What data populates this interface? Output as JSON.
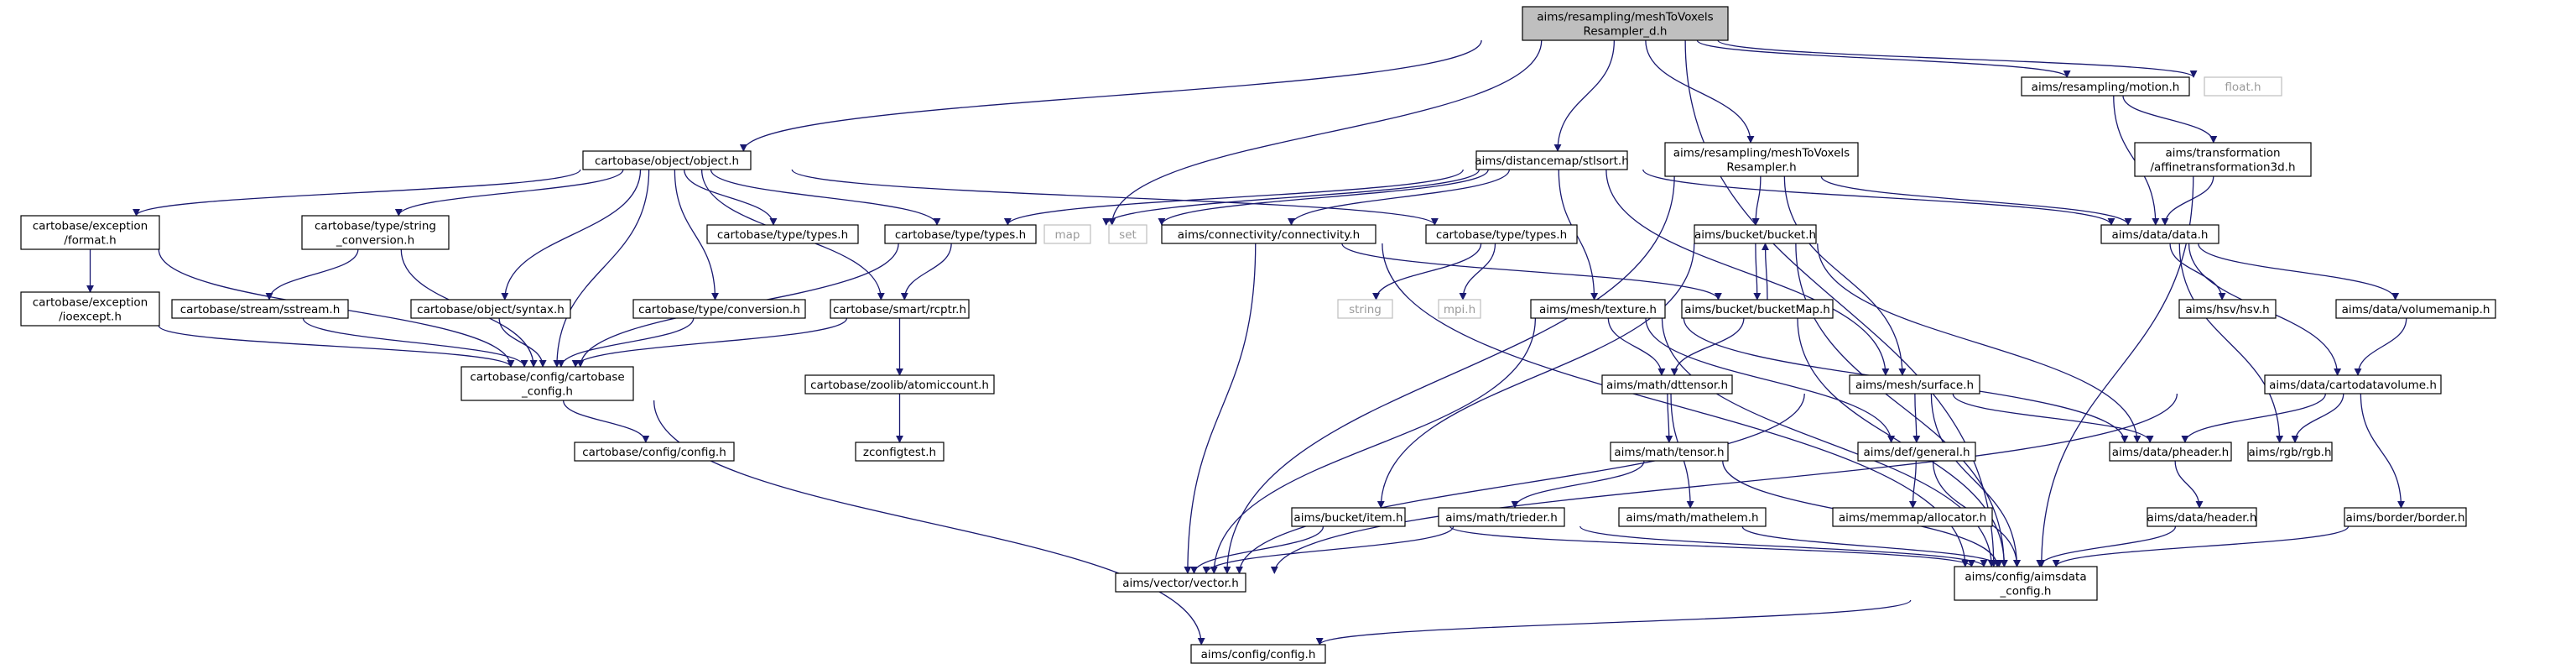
{
  "graph": {
    "nodes": [
      {
        "id": "root",
        "lines": [
          "aims/resampling/meshToVoxels",
          "Resampler_d.h"
        ],
        "kind": "root"
      },
      {
        "id": "float",
        "lines": [
          "float.h"
        ],
        "kind": "ext"
      },
      {
        "id": "motion",
        "lines": [
          "aims/resampling/motion.h"
        ],
        "kind": "doc"
      },
      {
        "id": "objecth",
        "lines": [
          "cartobase/object/object.h"
        ],
        "kind": "doc"
      },
      {
        "id": "stlsort",
        "lines": [
          "aims/distancemap/stlsort.h"
        ],
        "kind": "doc"
      },
      {
        "id": "m2vr",
        "lines": [
          "aims/resampling/meshToVoxels",
          "Resampler.h"
        ],
        "kind": "doc"
      },
      {
        "id": "affine",
        "lines": [
          "aims/transformation",
          "/affinetransformation3d.h"
        ],
        "kind": "doc"
      },
      {
        "id": "format",
        "lines": [
          "cartobase/exception",
          "/format.h"
        ],
        "kind": "doc"
      },
      {
        "id": "strconv",
        "lines": [
          "cartobase/type/string",
          "_conversion.h"
        ],
        "kind": "doc"
      },
      {
        "id": "ctypes1",
        "lines": [
          "cartobase/type/types.h"
        ],
        "kind": "doc"
      },
      {
        "id": "ctypes2",
        "lines": [
          "cartobase/type/types.h"
        ],
        "kind": "doc"
      },
      {
        "id": "map",
        "lines": [
          "map"
        ],
        "kind": "ext"
      },
      {
        "id": "set",
        "lines": [
          "set"
        ],
        "kind": "ext"
      },
      {
        "id": "connect",
        "lines": [
          "aims/connectivity/connectivity.h"
        ],
        "kind": "doc"
      },
      {
        "id": "ctypes3",
        "lines": [
          "cartobase/type/types.h"
        ],
        "kind": "doc"
      },
      {
        "id": "bucket",
        "lines": [
          "aims/bucket/bucket.h"
        ],
        "kind": "doc"
      },
      {
        "id": "datah",
        "lines": [
          "aims/data/data.h"
        ],
        "kind": "doc"
      },
      {
        "id": "ioexcept",
        "lines": [
          "cartobase/exception",
          "/ioexcept.h"
        ],
        "kind": "doc"
      },
      {
        "id": "sstream",
        "lines": [
          "cartobase/stream/sstream.h"
        ],
        "kind": "doc"
      },
      {
        "id": "syntax",
        "lines": [
          "cartobase/object/syntax.h"
        ],
        "kind": "doc"
      },
      {
        "id": "conv",
        "lines": [
          "cartobase/type/conversion.h"
        ],
        "kind": "doc"
      },
      {
        "id": "rcptr",
        "lines": [
          "cartobase/smart/rcptr.h"
        ],
        "kind": "doc"
      },
      {
        "id": "string",
        "lines": [
          "string"
        ],
        "kind": "ext"
      },
      {
        "id": "mpi",
        "lines": [
          "mpi.h"
        ],
        "kind": "ext"
      },
      {
        "id": "texture",
        "lines": [
          "aims/mesh/texture.h"
        ],
        "kind": "doc"
      },
      {
        "id": "bucketmap",
        "lines": [
          "aims/bucket/bucketMap.h"
        ],
        "kind": "doc"
      },
      {
        "id": "hsv",
        "lines": [
          "aims/hsv/hsv.h"
        ],
        "kind": "doc"
      },
      {
        "id": "volmanip",
        "lines": [
          "aims/data/volumemanip.h"
        ],
        "kind": "doc"
      },
      {
        "id": "cbconfig",
        "lines": [
          "cartobase/config/cartobase",
          "_config.h"
        ],
        "kind": "doc"
      },
      {
        "id": "atomic",
        "lines": [
          "cartobase/zoolib/atomiccount.h"
        ],
        "kind": "doc"
      },
      {
        "id": "dttensor",
        "lines": [
          "aims/math/dttensor.h"
        ],
        "kind": "doc"
      },
      {
        "id": "surface",
        "lines": [
          "aims/mesh/surface.h"
        ],
        "kind": "doc"
      },
      {
        "id": "cartovol",
        "lines": [
          "aims/data/cartodatavolume.h"
        ],
        "kind": "doc"
      },
      {
        "id": "cbconfig2",
        "lines": [
          "cartobase/config/config.h"
        ],
        "kind": "doc"
      },
      {
        "id": "zconf",
        "lines": [
          "zconfigtest.h"
        ],
        "kind": "doc"
      },
      {
        "id": "tensor",
        "lines": [
          "aims/math/tensor.h"
        ],
        "kind": "doc"
      },
      {
        "id": "general",
        "lines": [
          "aims/def/general.h"
        ],
        "kind": "doc"
      },
      {
        "id": "pheader",
        "lines": [
          "aims/data/pheader.h"
        ],
        "kind": "doc"
      },
      {
        "id": "rgb",
        "lines": [
          "aims/rgb/rgb.h"
        ],
        "kind": "doc"
      },
      {
        "id": "item",
        "lines": [
          "aims/bucket/item.h"
        ],
        "kind": "doc"
      },
      {
        "id": "trieder",
        "lines": [
          "aims/math/trieder.h"
        ],
        "kind": "doc"
      },
      {
        "id": "mathelem",
        "lines": [
          "aims/math/mathelem.h"
        ],
        "kind": "doc"
      },
      {
        "id": "memmap",
        "lines": [
          "aims/memmap/allocator.h"
        ],
        "kind": "doc"
      },
      {
        "id": "header",
        "lines": [
          "aims/data/header.h"
        ],
        "kind": "doc"
      },
      {
        "id": "border",
        "lines": [
          "aims/border/border.h"
        ],
        "kind": "doc"
      },
      {
        "id": "vector",
        "lines": [
          "aims/vector/vector.h"
        ],
        "kind": "doc"
      },
      {
        "id": "aimsconf",
        "lines": [
          "aims/config/aimsdata",
          "_config.h"
        ],
        "kind": "doc"
      },
      {
        "id": "aimsconfig",
        "lines": [
          "aims/config/config.h"
        ],
        "kind": "doc"
      }
    ],
    "edges": [
      [
        "root",
        "motion"
      ],
      [
        "root",
        "float"
      ],
      [
        "root",
        "objecth"
      ],
      [
        "root",
        "map"
      ],
      [
        "root",
        "stlsort"
      ],
      [
        "root",
        "m2vr"
      ],
      [
        "root",
        "aimsconf"
      ],
      [
        "motion",
        "affine"
      ],
      [
        "motion",
        "datah"
      ],
      [
        "affine",
        "datah"
      ],
      [
        "affine",
        "aimsconf"
      ],
      [
        "objecth",
        "format"
      ],
      [
        "objecth",
        "strconv"
      ],
      [
        "objecth",
        "ctypes1"
      ],
      [
        "objecth",
        "ctypes2"
      ],
      [
        "objecth",
        "ctypes3"
      ],
      [
        "objecth",
        "syntax"
      ],
      [
        "objecth",
        "conv"
      ],
      [
        "objecth",
        "rcptr"
      ],
      [
        "objecth",
        "cbconfig"
      ],
      [
        "format",
        "ioexcept"
      ],
      [
        "format",
        "cbconfig"
      ],
      [
        "ioexcept",
        "cbconfig"
      ],
      [
        "strconv",
        "sstream"
      ],
      [
        "strconv",
        "cbconfig"
      ],
      [
        "sstream",
        "cbconfig"
      ],
      [
        "syntax",
        "cbconfig"
      ],
      [
        "conv",
        "cbconfig"
      ],
      [
        "ctypes2",
        "rcptr"
      ],
      [
        "ctypes2",
        "cbconfig"
      ],
      [
        "rcptr",
        "cbconfig"
      ],
      [
        "rcptr",
        "atomic"
      ],
      [
        "atomic",
        "zconf"
      ],
      [
        "cbconfig",
        "cbconfig2"
      ],
      [
        "cbconfig",
        "aimsconfig"
      ],
      [
        "stlsort",
        "ctypes2"
      ],
      [
        "stlsort",
        "map"
      ],
      [
        "stlsort",
        "set"
      ],
      [
        "stlsort",
        "connect"
      ],
      [
        "stlsort",
        "texture"
      ],
      [
        "stlsort",
        "surface"
      ],
      [
        "stlsort",
        "datah"
      ],
      [
        "m2vr",
        "vector"
      ],
      [
        "m2vr",
        "bucket"
      ],
      [
        "m2vr",
        "surface"
      ],
      [
        "m2vr",
        "datah"
      ],
      [
        "connect",
        "bucketmap"
      ],
      [
        "connect",
        "vector"
      ],
      [
        "connect",
        "aimsconf"
      ],
      [
        "ctypes3",
        "string"
      ],
      [
        "ctypes3",
        "mpi"
      ],
      [
        "bucket",
        "bucketmap"
      ],
      [
        "bucketmap",
        "bucket"
      ],
      [
        "bucket",
        "item"
      ],
      [
        "bucket",
        "pheader"
      ],
      [
        "bucket",
        "aimsconf"
      ],
      [
        "bucketmap",
        "dttensor"
      ],
      [
        "bucketmap",
        "aimsconf"
      ],
      [
        "texture",
        "dttensor"
      ],
      [
        "texture",
        "general"
      ],
      [
        "texture",
        "pheader"
      ],
      [
        "texture",
        "vector"
      ],
      [
        "texture",
        "aimsconf"
      ],
      [
        "datah",
        "hsv"
      ],
      [
        "datah",
        "volmanip"
      ],
      [
        "datah",
        "cartovol"
      ],
      [
        "datah",
        "rgb"
      ],
      [
        "volmanip",
        "cartovol"
      ],
      [
        "cartovol",
        "pheader"
      ],
      [
        "cartovol",
        "rgb"
      ],
      [
        "cartovol",
        "border"
      ],
      [
        "cartovol",
        "vector"
      ],
      [
        "dttensor",
        "tensor"
      ],
      [
        "dttensor",
        "mathelem"
      ],
      [
        "tensor",
        "trieder"
      ],
      [
        "tensor",
        "aimsconf"
      ],
      [
        "surface",
        "general"
      ],
      [
        "surface",
        "pheader"
      ],
      [
        "surface",
        "vector"
      ],
      [
        "surface",
        "aimsconf"
      ],
      [
        "general",
        "memmap"
      ],
      [
        "general",
        "aimsconf"
      ],
      [
        "pheader",
        "header"
      ],
      [
        "header",
        "aimsconf"
      ],
      [
        "item",
        "vector"
      ],
      [
        "item",
        "aimsconf"
      ],
      [
        "trieder",
        "vector"
      ],
      [
        "trieder",
        "aimsconf"
      ],
      [
        "mathelem",
        "aimsconf"
      ],
      [
        "border",
        "aimsconf"
      ],
      [
        "aimsconf",
        "aimsconfig"
      ]
    ]
  }
}
